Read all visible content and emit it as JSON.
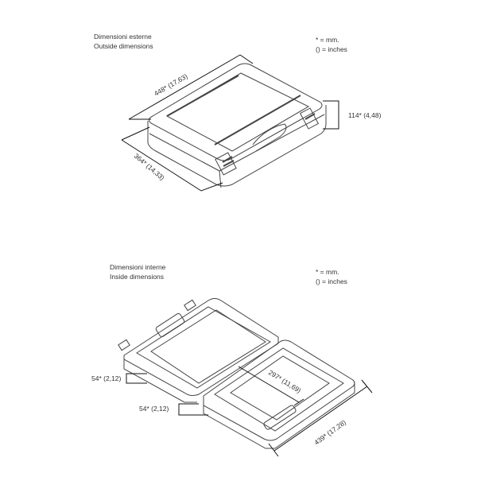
{
  "outside": {
    "title_it": "Dimensioni esterne",
    "title_en": "Outside dimensions",
    "legend_mm": "* = mm.",
    "legend_in": "() = inches",
    "length": "448* (17,63)",
    "width": "364* (14,33)",
    "height": "114* (4,48)"
  },
  "inside": {
    "title_it": "Dimensioni interne",
    "title_en": "Inside dimensions",
    "legend_mm": "* = mm.",
    "legend_in": "() = inches",
    "lid_depth": "54* (2,12)",
    "base_depth": "54* (2,12)",
    "width": "297* (11,69)",
    "length": "439* (17,28)"
  }
}
